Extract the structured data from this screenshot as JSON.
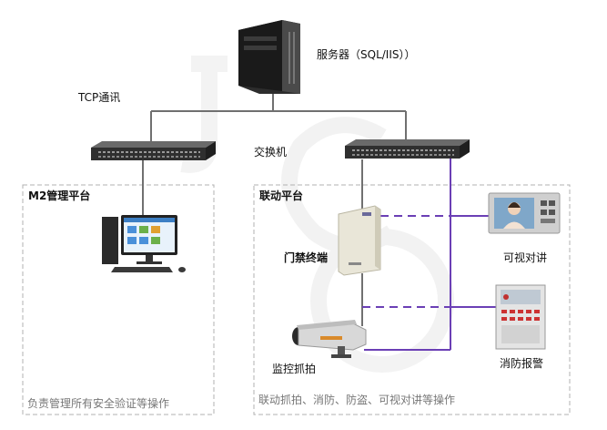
{
  "labels": {
    "server": "服务器（SQL/IIS））",
    "tcp": "TCP通讯",
    "switch": "交换机",
    "m2_platform": "M2管理平台",
    "link_platform": "联动平台",
    "access": "门禁终端",
    "intercom": "可视对讲",
    "camera": "监控抓拍",
    "fire": "消防报警"
  },
  "notes": {
    "m2": "负责管理所有安全验证等操作",
    "link": "联动抓拍、消防、防盗、可视对讲等操作"
  },
  "watermark": "JCO",
  "colors": {
    "network_line": "#707070",
    "link_line": "#6b3fb5",
    "box_border": "#b0b0b0"
  }
}
